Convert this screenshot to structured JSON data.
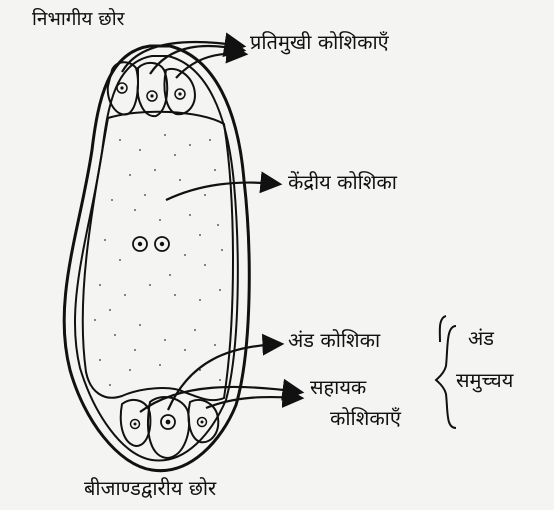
{
  "labels": {
    "chalazal_end": "निभागीय छोर",
    "antipodal_cells": "प्रतिमुखी कोशिकाएँ",
    "central_cell": "केंद्रीय कोशिका",
    "egg_cell": "अंड कोशिका",
    "synergid_cells_line1": "सहायक",
    "synergid_cells_line2": "कोशिकाएँ",
    "egg_apparatus_line1": "अंड",
    "egg_apparatus_line2": "समुच्चय",
    "micropylar_end": "बीजाण्डद्वारीय छोर"
  },
  "colors": {
    "ink": "#111111",
    "background": "#f4f4f2"
  }
}
